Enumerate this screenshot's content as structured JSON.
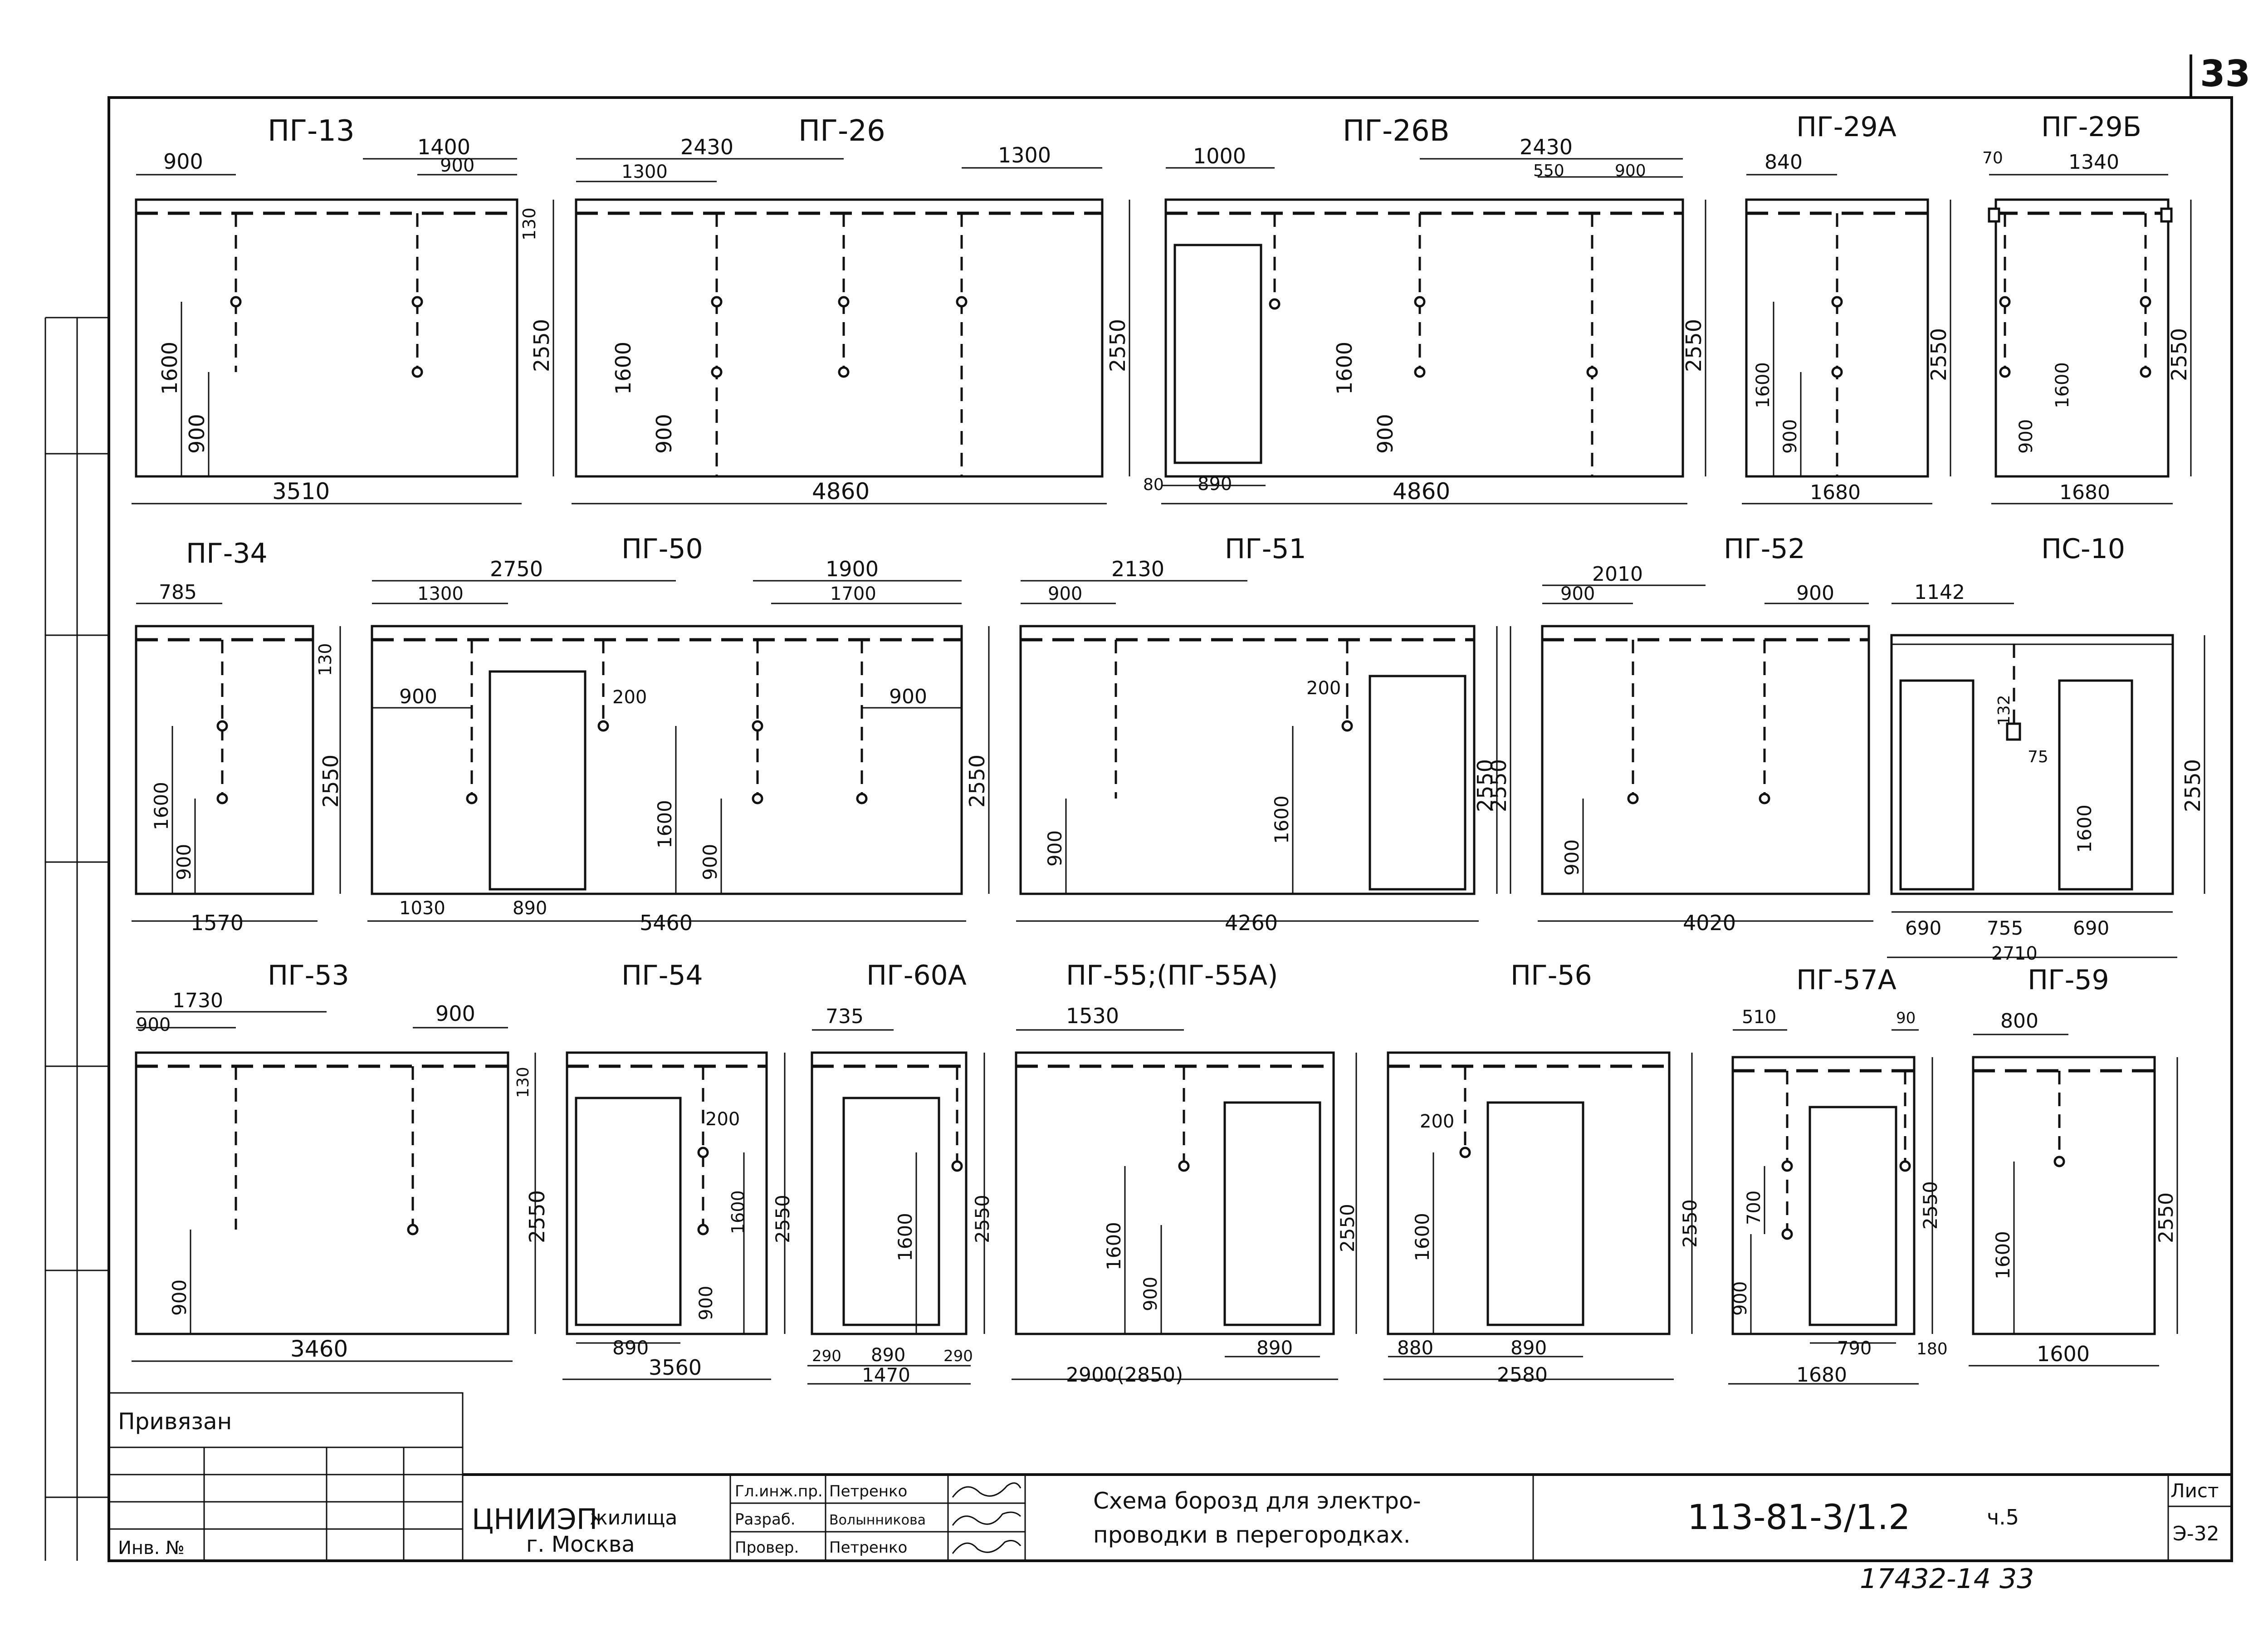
{
  "sheet_corner_number": "33",
  "panels": [
    {
      "title": "ПГ-13",
      "dims": [
        "900",
        "1400",
        "900",
        "130",
        "2550",
        "1600",
        "900",
        "3510"
      ]
    },
    {
      "title": "ПГ-26",
      "dims": [
        "2430",
        "1300",
        "1300",
        "2550",
        "1600",
        "900",
        "4860"
      ]
    },
    {
      "title": "ПГ-26В",
      "dims": [
        "1000",
        "2430",
        "550",
        "900",
        "2550",
        "1600",
        "900",
        "80",
        "890",
        "4860"
      ]
    },
    {
      "title": "ПГ-29А",
      "dims": [
        "840",
        "2550",
        "1600",
        "900",
        "1680"
      ]
    },
    {
      "title": "ПГ-29Б",
      "dims": [
        "70",
        "1340",
        "2550",
        "1600",
        "900",
        "1680"
      ]
    },
    {
      "title": "ПГ-34",
      "dims": [
        "785",
        "130",
        "2550",
        "1600",
        "900",
        "1570"
      ]
    },
    {
      "title": "ПГ-50",
      "dims": [
        "2750",
        "1300",
        "1900",
        "1700",
        "900",
        "200",
        "900",
        "1600",
        "900",
        "2550",
        "1030",
        "890",
        "5460"
      ]
    },
    {
      "title": "ПГ-51",
      "dims": [
        "2130",
        "900",
        "200",
        "1600",
        "900",
        "2550",
        "4260"
      ]
    },
    {
      "title": "ПГ-52",
      "dims": [
        "2010",
        "900",
        "900",
        "2550",
        "900",
        "4020"
      ]
    },
    {
      "title": "ПС-10",
      "dims": [
        "1142",
        "132",
        "75",
        "1600",
        "2550",
        "690",
        "755",
        "690",
        "2710"
      ]
    },
    {
      "title": "ПГ-53",
      "dims": [
        "1730",
        "900",
        "900",
        "130",
        "2550",
        "900",
        "3460"
      ]
    },
    {
      "title": "ПГ-54",
      "dims": [
        "200",
        "1600",
        "2550",
        "900",
        "890",
        "3560"
      ]
    },
    {
      "title": "ПГ-60А",
      "dims": [
        "735",
        "1600",
        "2550",
        "290",
        "890",
        "290",
        "1470"
      ]
    },
    {
      "title": "ПГ-55;(ПГ-55А)",
      "dims": [
        "1530",
        "1600",
        "900",
        "2550",
        "890",
        "2900(2850)"
      ]
    },
    {
      "title": "ПГ-56",
      "dims": [
        "200",
        "1600",
        "2550",
        "880",
        "890",
        "2580"
      ]
    },
    {
      "title": "ПГ-57А",
      "dims": [
        "510",
        "90",
        "700",
        "900",
        "2550",
        "790",
        "180",
        "1680"
      ]
    },
    {
      "title": "ПГ-59",
      "dims": [
        "800",
        "1600",
        "2550",
        "1600"
      ]
    }
  ],
  "title_block": {
    "bound_label": "Привязан",
    "inv_label": "Инв. №",
    "org_line1": "ЦНИИЭП",
    "org_line1_suffix": "жилища",
    "org_line2": "г. Москва",
    "roles": [
      "Гл.инж.пр.",
      "Разраб.",
      "Провер."
    ],
    "names": [
      "Петренко",
      "Волынникова",
      "Петренко"
    ],
    "drawing_title_line1": "Схема борозд для электро-",
    "drawing_title_line2": "проводки в перегородках.",
    "drawing_code": "113-81-3/1.2",
    "part": "ч.5",
    "sheet_label": "Лист",
    "sheet_number": "Э-32",
    "bottom_number": "17432-14 33"
  }
}
